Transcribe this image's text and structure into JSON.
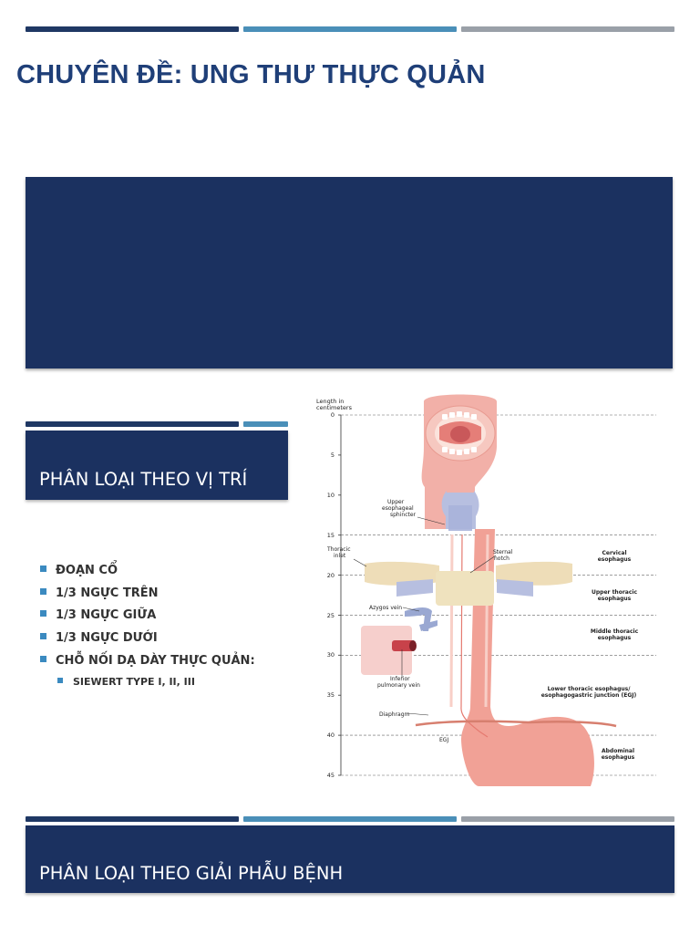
{
  "header": {
    "title": "CHUYÊN ĐỀ: UNG THƯ THỰC QUẢN"
  },
  "section_location": {
    "title": "PHÂN LOẠI THEO VỊ TRÍ",
    "items": [
      "ĐOẠN CỔ",
      "1/3 NGỰC TRÊN",
      "1/3 NGỰC GIỮA",
      "1/3 NGỰC DƯỚI",
      "CHỖ NỐI DẠ DÀY THỰC QUẢN:"
    ],
    "sub_items": [
      "SIEWERT TYPE I, II, III"
    ]
  },
  "diagram": {
    "axis_label_line1": "Length in",
    "axis_label_line2": "centimeters",
    "ticks": [
      "0",
      "5",
      "10",
      "15",
      "20",
      "25",
      "30",
      "35",
      "40",
      "45"
    ],
    "labels": {
      "ues1": "Upper",
      "ues2": "esophageal",
      "ues3": "sphincter",
      "ti1": "Thoracic",
      "ti2": "inlet",
      "sn1": "Sternal",
      "sn2": "notch",
      "azygos": "Azygos vein",
      "ipv1": "Inferior",
      "ipv2": "pulmonary vein",
      "diaphragm": "Diaphragm",
      "egj": "EGJ",
      "cerv1": "Cervical",
      "cerv2": "esophagus",
      "ut1": "Upper thoracic",
      "ut2": "esophagus",
      "mt1": "Middle thoracic",
      "mt2": "esophagus",
      "lt1": "Lower thoracic esophagus/",
      "lt2": "esophagogastric junction (EGJ)",
      "ab1": "Abdominal",
      "ab2": "esophagus"
    }
  },
  "section_pathology": {
    "title": "PHÂN LOẠI THEO GIẢI PHẪU BỆNH"
  },
  "colors": {
    "navy": "#1b3160",
    "accent_blue": "#4a8fb8",
    "grey": "#9aa0a8",
    "title": "#1f3f78",
    "bullet": "#3b8ac0"
  }
}
